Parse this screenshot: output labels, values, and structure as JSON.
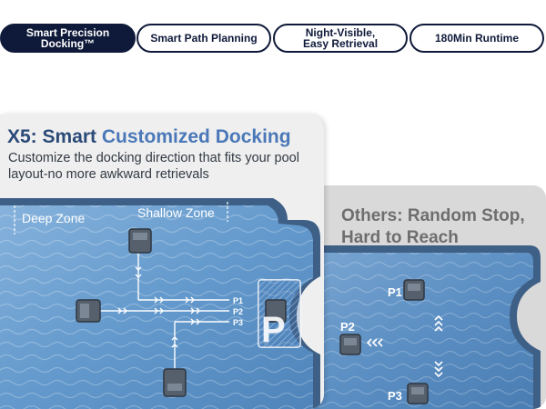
{
  "tabs": [
    {
      "line1": "Smart Precision",
      "line2": "Docking™",
      "active": true
    },
    {
      "line1": "Smart Path Planning",
      "line2": "",
      "active": false
    },
    {
      "line1": "Night-Visible,",
      "line2": "Easy Retrieval",
      "active": false
    },
    {
      "line1": "180Min Runtime",
      "line2": "",
      "active": false
    }
  ],
  "x5": {
    "title_part1": "X5: Smart ",
    "title_part2": "Customized Docking",
    "subtitle": "Customize the docking direction that fits your pool layout-no more awkward retrievals",
    "deep_zone": "Deep Zone",
    "shallow_zone": "Shallow Zone",
    "paths": [
      "P1",
      "P2",
      "P3"
    ],
    "dock_letter": "P"
  },
  "others": {
    "title": "Others: Random Stop, Hard to Reach",
    "points": [
      "P1",
      "P2",
      "P3"
    ]
  },
  "colors": {
    "navy": "#0f1a3a",
    "title_dark": "#2b4a78",
    "title_light": "#4a78b8",
    "water": "#5f93c6",
    "coping": "#3e5f86"
  }
}
